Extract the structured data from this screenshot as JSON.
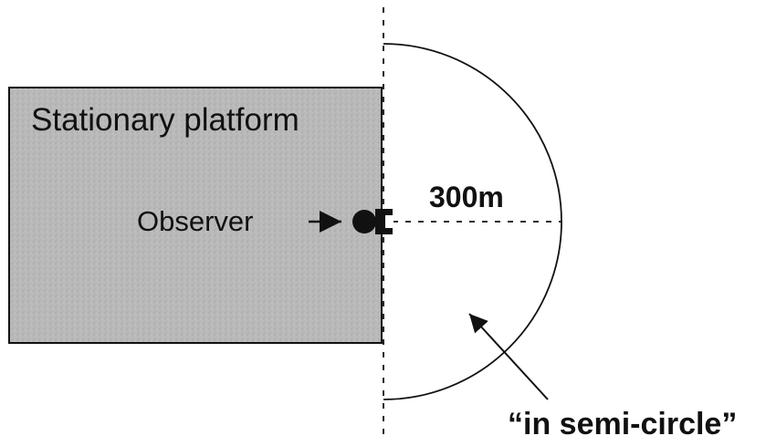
{
  "diagram": {
    "platform_label": "Stationary platform",
    "observer_label": "Observer",
    "distance_label": "300m",
    "semicircle_label": "“in semi-circle”"
  },
  "colors": {
    "line": "#111111",
    "platform_fill": "#b8b8b8",
    "platform_border": "#111111"
  }
}
